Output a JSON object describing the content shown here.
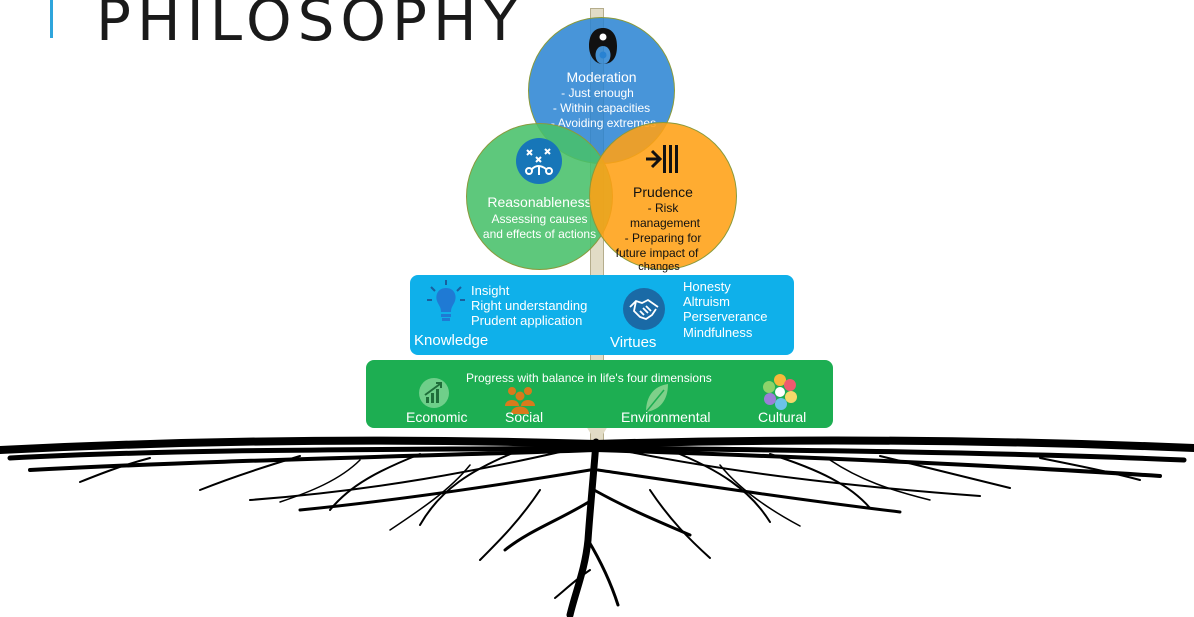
{
  "slide": {
    "title": "PHILOSOPHY"
  },
  "colors": {
    "accent": "#2fa5dc",
    "moderation": "#2882d2",
    "reasonableness": "#48c06a",
    "prudence": "#ffa014",
    "knowledge_bg": "#0fb0ea",
    "progress_bg": "#1dae52"
  },
  "moderation": {
    "icon": "yin-yang-icon",
    "title": "Moderation",
    "lines": [
      "-    Just enough",
      "-   Within capacities",
      "-   Avoiding extremes"
    ]
  },
  "reasonableness": {
    "icon": "strategy-icon",
    "title": "Reasonableness",
    "lines": [
      "Assessing causes",
      "and effects of actions"
    ]
  },
  "prudence": {
    "icon": "forward-arrow-icon",
    "title": "Prudence",
    "lines": [
      "-    Risk",
      "management",
      "-   Preparing for",
      "future impact of",
      "changes"
    ]
  },
  "knowledge": {
    "icon": "lightbulb-icon",
    "label": "Knowledge",
    "items": [
      "Insight",
      "Right understanding",
      "Prudent application"
    ]
  },
  "virtues": {
    "icon": "handshake-icon",
    "label": "Virtues",
    "items": [
      "Honesty",
      "Altruism",
      "Perserverance",
      "Mindfulness"
    ]
  },
  "progress": {
    "heading": "Progress with balance in life's four dimensions",
    "dimensions": [
      {
        "label": "Economic",
        "icon": "growth-chart-icon"
      },
      {
        "label": "Social",
        "icon": "people-icon"
      },
      {
        "label": "Environmental",
        "icon": "leaf-icon"
      },
      {
        "label": "Cultural",
        "icon": "flower-icon"
      }
    ]
  }
}
